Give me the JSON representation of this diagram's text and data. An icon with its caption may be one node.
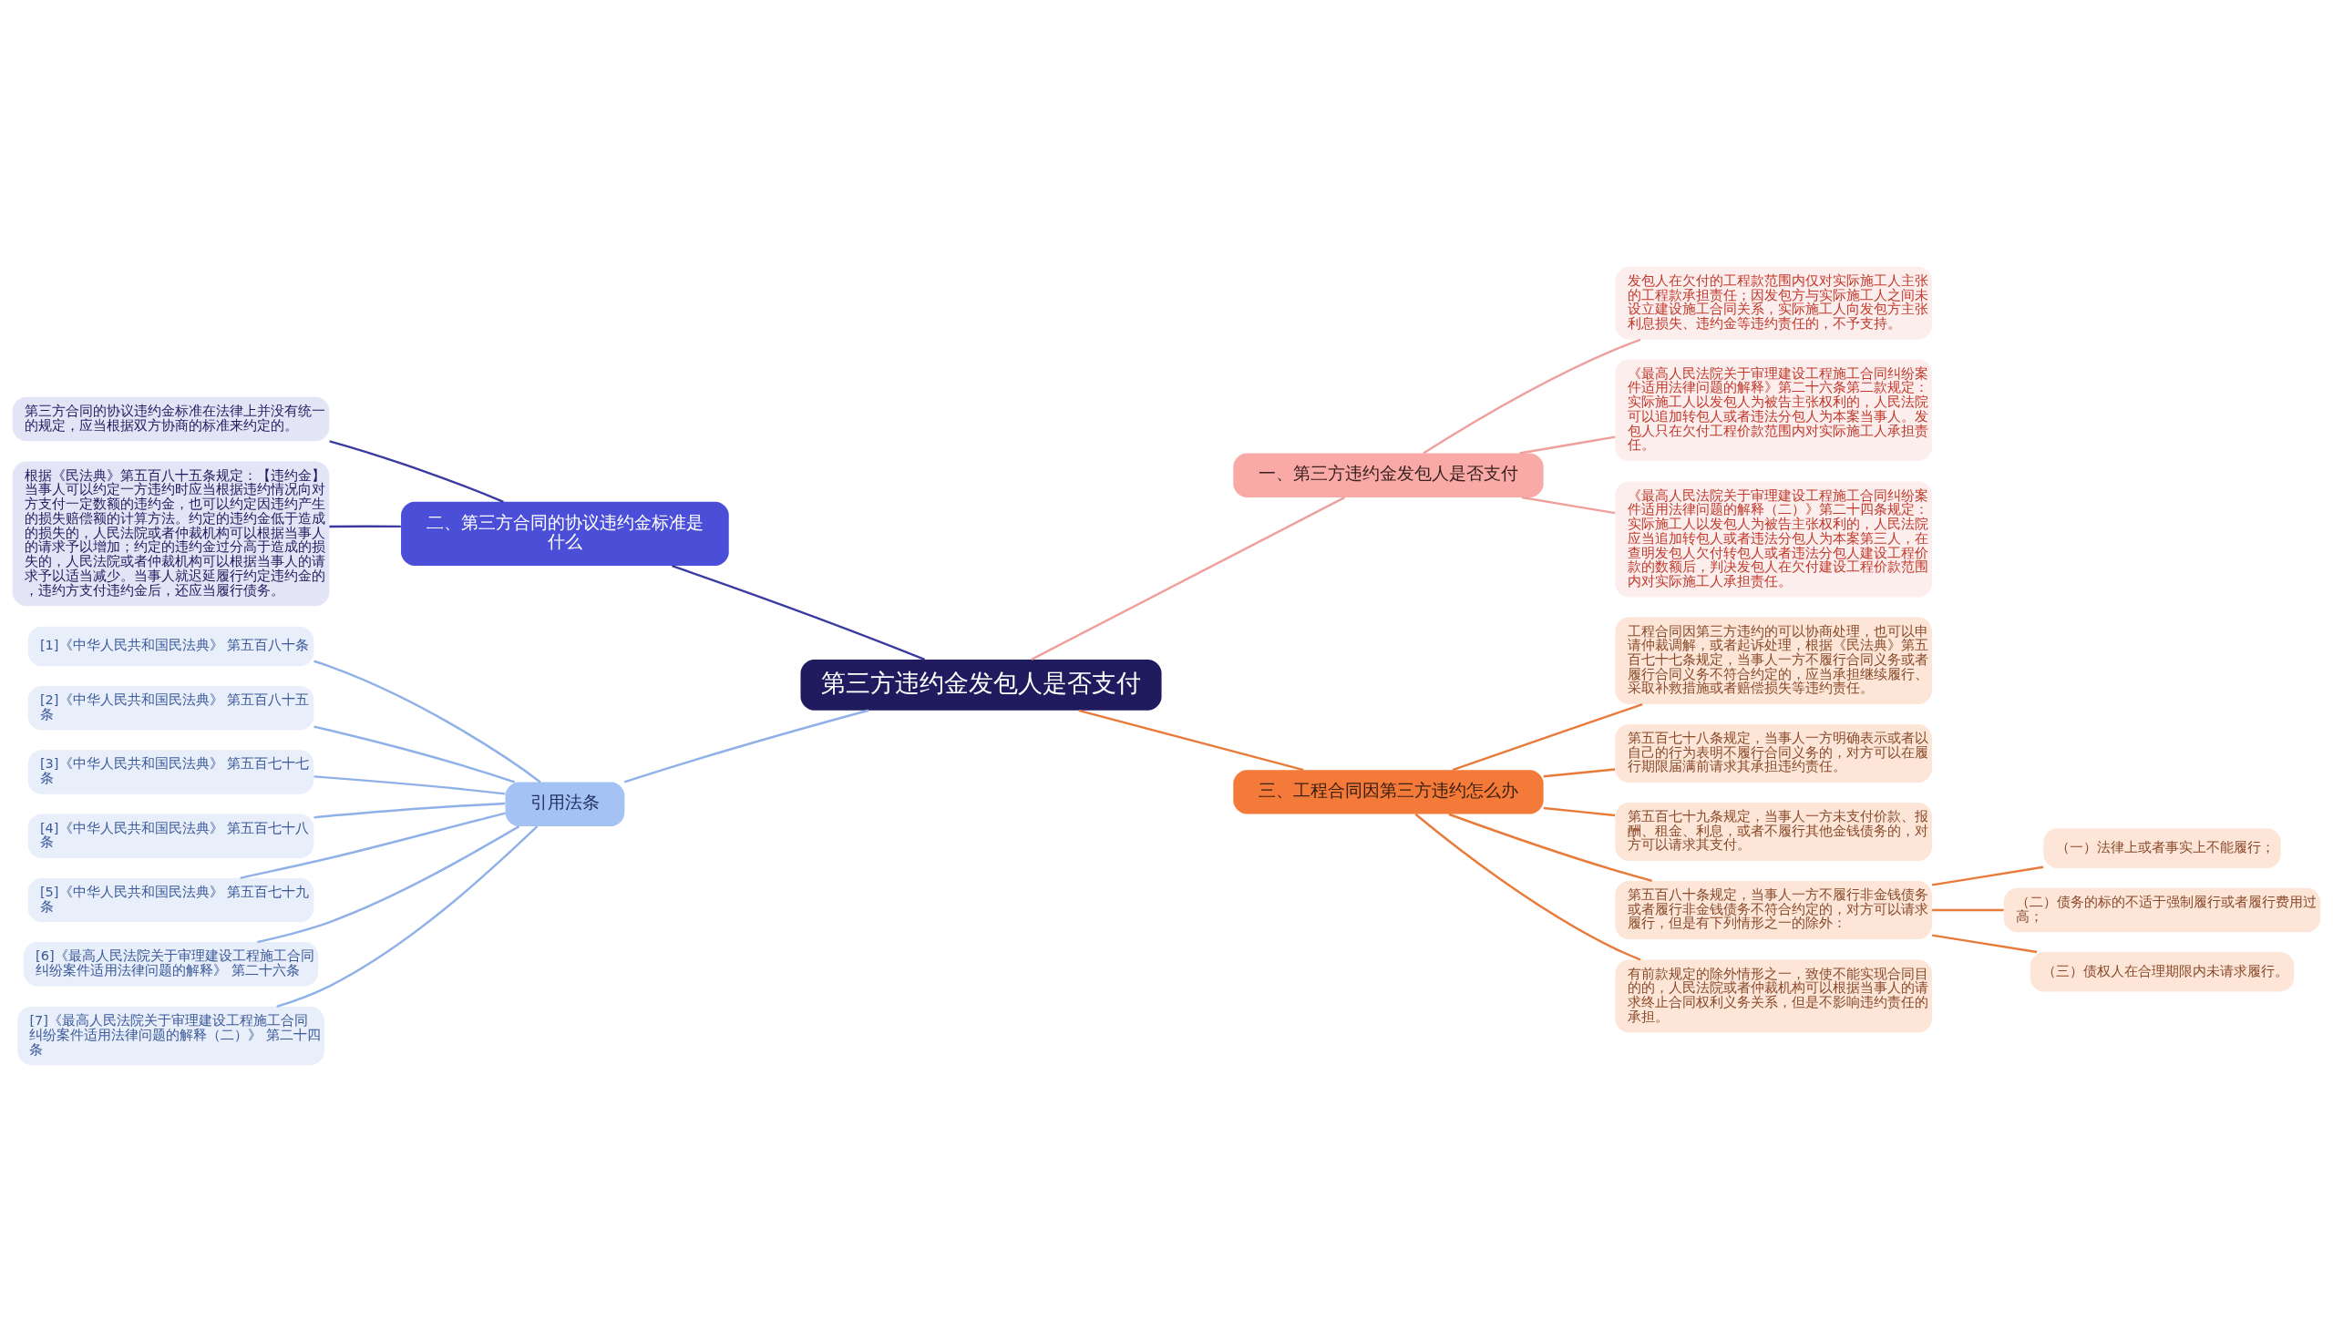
{
  "diagram": {
    "nodes": [
      {
        "text": [
          "第三方违约金发包人是否支付"
        ]
      },
      {
        "text": [
          "一、第三方违约金发包人是否支付"
        ]
      },
      {
        "text": [
          "发包人在欠付的工程款范围内仅对实际施工人主张的工程款承担责任；因发包方与实际施工人之间未设立建设施工合同关系，实际施工人向发包方主张利息损失、违约金等违约责任的，不予支持。"
        ]
      },
      {
        "text": [
          "《最高人民法院关于审理建设工程施工合同纠纷案件适用法律问题的解释》第二十六条第二款规定：实际施工人以发包人为被告主张权利的，人民法院可以追加转包人或者违法分包人为本案当事人。发包人只在欠付工程价款范围内对实际施工人承担责任。"
        ]
      },
      {
        "text": [
          "《最高人民法院关于审理建设工程施工合同纠纷案件适用法律问题的解释（二）》第二十四条规定：实际施工人以发包人为被告主张权利的，人民法院应当追加转包人或者违法分包人为本案第三人，在查明发包人欠付转包人或者违法分包人建设工程价款的数额后，判决发包人在欠付建设工程价款范围内对实际施工人承担责任。"
        ]
      },
      {
        "text": [
          "二、第三方合同的协议违约金标准是什么"
        ]
      },
      {
        "text": [
          "第三方合同的协议违约金标准在法律上并没有统一的规定，应当根据双方协商的标准来约定的。"
        ]
      },
      {
        "text": [
          "根据《民法典》第五百八十五条规定：【违约金】当事人可以约定一方违约时应当根据违约情况向对方支付一定数额的违约金，也可以约定因违约产生的损失赔偿额的计算方法。约定的违约金低于造成的损失的，人民法院或者仲裁机构可以根据当事人的请求予以增加；约定的违约金过分高于造成的损失的，人民法院或者仲裁机构可以根据当事人的请求予以适当减少。当事人就迟延履行约定违约金的，违约方支付违约金后，还应当履行债务。"
        ]
      },
      {
        "text": [
          "引用法条"
        ]
      },
      {
        "text": [
          "[1]《中华人民共和国民法典》 第五百八十条"
        ]
      },
      {
        "text": [
          "[2]《中华人民共和国民法典》 第五百八十五条"
        ]
      },
      {
        "text": [
          "[3]《中华人民共和国民法典》 第五百七十七条"
        ]
      },
      {
        "text": [
          "[4]《中华人民共和国民法典》 第五百七十八条"
        ]
      },
      {
        "text": [
          "[5]《中华人民共和国民法典》 第五百七十九条"
        ]
      },
      {
        "text": [
          "[6]《最高人民法院关于审理建设工程施工合同纠纷案件适用法律问题的解释》 第二十六条"
        ]
      },
      {
        "text": [
          "[7]《最高人民法院关于审理建设工程施工合同纠纷案件适用法律问题的解释（二）》 第二十四条"
        ]
      },
      {
        "text": [
          "三、工程合同因第三方违约怎么办"
        ]
      },
      {
        "text": [
          "工程合同因第三方违约的可以协商处理，也可以申请仲裁调解，或者起诉处理，根据《民法典》第五百七十七条规定，当事人一方不履行合同义务或者履行合同义务不符合约定的，应当承担继续履行、采取补救措施或者赔偿损失等违约责任。"
        ]
      },
      {
        "text": [
          "第五百七十八条规定，当事人一方明确表示或者以自己的行为表明不履行合同义务的，对方可以在履行期限届满前请求其承担违约责任。"
        ]
      },
      {
        "text": [
          "第五百七十九条规定，当事人一方未支付价款、报酬、租金、利息，或者不履行其他金钱债务的，对方可以请求其支付。"
        ]
      },
      {
        "text": [
          "第五百八十条规定，当事人一方不履行非金钱债务或者履行非金钱债务不符合约定的，对方可以请求履行，但是有下列情形之一的除外："
        ]
      },
      {
        "text": [
          "（一）法律上或者事实上不能履行；"
        ]
      },
      {
        "text": [
          "（二）债务的标的不适于强制履行或者履行费用过高；"
        ]
      },
      {
        "text": [
          "（三）债权人在合理期限内未请求履行。"
        ]
      },
      {
        "text": [
          "有前款规定的除外情形之一，致使不能实现合同目的的，人民法院或者仲裁机构可以根据当事人的请求终止合同权利义务关系，但是不影响违约责任的承担。"
        ]
      }
    ],
    "edges": [
      {
        "from": 0,
        "to": 1,
        "arrow": "none",
        "color": "#f0a09c"
      },
      {
        "from": 1,
        "to": 2,
        "arrow": "none",
        "color": "#f0a09c"
      },
      {
        "from": 1,
        "to": 3,
        "arrow": "none",
        "color": "#f0a09c"
      },
      {
        "from": 1,
        "to": 4,
        "arrow": "none",
        "color": "#f0a09c"
      },
      {
        "from": 0,
        "to": 5,
        "arrow": "none",
        "color": "#3a3aa0"
      },
      {
        "from": 5,
        "to": 6,
        "arrow": "none",
        "color": "#3a3aa0"
      },
      {
        "from": 5,
        "to": 7,
        "arrow": "none",
        "color": "#3a3aa0"
      },
      {
        "from": 0,
        "to": 8,
        "arrow": "none",
        "color": "#8fb1e8"
      },
      {
        "from": 8,
        "to": 9,
        "arrow": "none",
        "color": "#8fb1e8"
      },
      {
        "from": 8,
        "to": 10,
        "arrow": "none",
        "color": "#8fb1e8"
      },
      {
        "from": 8,
        "to": 11,
        "arrow": "none",
        "color": "#8fb1e8"
      },
      {
        "from": 8,
        "to": 12,
        "arrow": "none",
        "color": "#8fb1e8"
      },
      {
        "from": 8,
        "to": 13,
        "arrow": "none",
        "color": "#8fb1e8"
      },
      {
        "from": 8,
        "to": 14,
        "arrow": "none",
        "color": "#8fb1e8"
      },
      {
        "from": 8,
        "to": 15,
        "arrow": "none",
        "color": "#8fb1e8"
      },
      {
        "from": 0,
        "to": 16,
        "arrow": "none"
      },
      {
        "from": 16,
        "to": 17,
        "arrow": "none"
      },
      {
        "from": 16,
        "to": 18,
        "arrow": "none"
      },
      {
        "from": 16,
        "to": 19,
        "arrow": "none"
      },
      {
        "from": 16,
        "to": 20,
        "arrow": "none"
      },
      {
        "from": 20,
        "to": 21,
        "arrow": "none"
      },
      {
        "from": 20,
        "to": 22,
        "arrow": "none"
      },
      {
        "from": 20,
        "to": 23,
        "arrow": "none"
      },
      {
        "from": 16,
        "to": 24,
        "arrow": "none"
      }
    ]
  }
}
